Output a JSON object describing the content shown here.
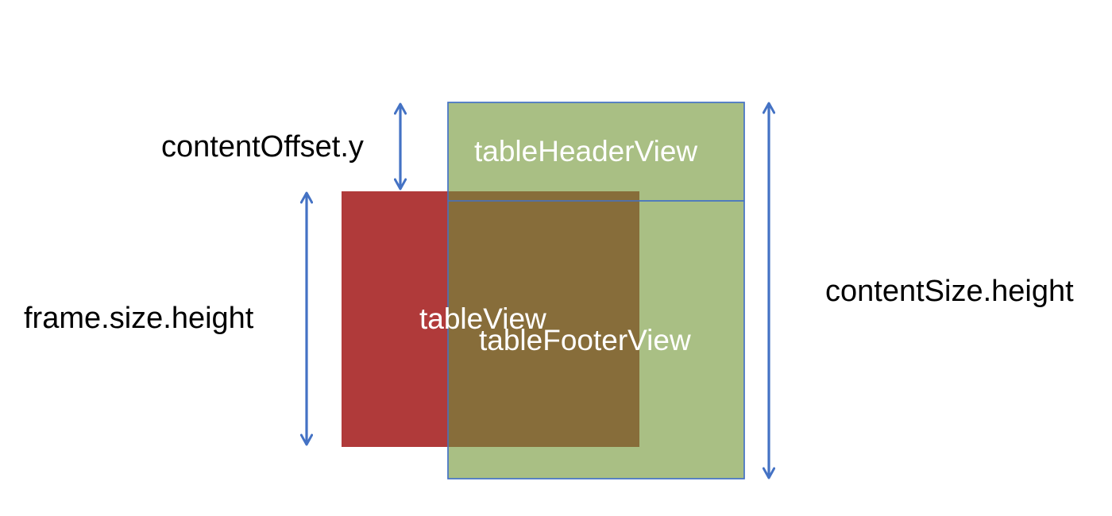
{
  "labels": {
    "content_offset_y": "contentOffset.y",
    "frame_size_height": "frame.size.height",
    "content_size_height": "contentSize.height",
    "table_header_view": "tableHeaderView",
    "table_view": "tableView",
    "table_footer_view": "tableFooterView"
  },
  "colors": {
    "content_fill": "#9bb46f",
    "content_stroke": "#4472c4",
    "table_view_fill": "#b03a3a",
    "overlap_fill": "#876d3a",
    "arrow": "#4472c4",
    "text_dark": "#000000",
    "text_light": "#ffffff"
  }
}
